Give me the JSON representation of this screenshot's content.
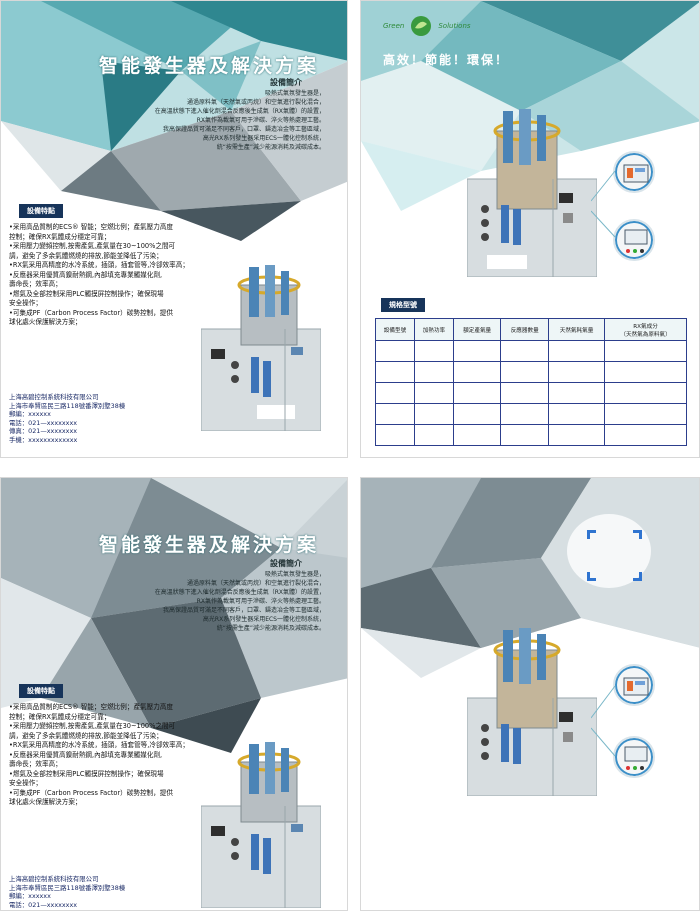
{
  "brochure": {
    "title": "智能發生器及解決方案",
    "intro_heading": "設備簡介",
    "intro_lines": [
      "吸熱式氣氛發生器是，",
      "通過原料氣（天然氣或丙烷）和空氣進行裂化混合，",
      "在高溫狀態下進入催化劑混合反應後生成氣（RX氣體）的設置，",
      "RX氣作為載氣可用于滲碳、淬火等熱處理工藝。",
      "我高保證品質可滿足不同客戶，口罩、鑄造冶金等工藝區域，",
      "高光RX系列發生器采用ECS一體化控制系統，",
      "統“按需生產”減少能源消耗及減碳成本。"
    ],
    "features_label": "設備特點",
    "features": [
      "•采用高品質制的ECS® 智能；空燃比例；產氣壓力高度",
      "  控制；確保RX氣體成分穩定可靠；",
      "•采用壓力變頻控制,按需產氣,產氣量在30~100%之間可",
      "  調，避免了多余氣體燃燒的排放,節能並降低了污染；",
      "•RX氣采用高精度的水冷系統，插頭，插套管等,冷卻效率高；",
      "•反應器采用優質高鎳耐熱鋼,內部填充專業觸媒化劑,",
      "  壽命長；效率高；",
      "•燃氣及全部控制采用PLC觸摸屏控制操作；確保現場",
      "  安全操作；",
      "•可集成PF（Carbon Process Factor）碳勢控制，提供",
      "  球化處火保護解決方案；"
    ],
    "company": {
      "name": "上海高碧控制系統科技有限公司",
      "address": "上海市奉賢區民三路118號番澤別墅38棟",
      "postcode": "郵編：xxxxxx",
      "phone": "電話：021—xxxxxxxx",
      "fax": "傳真：021—xxxxxxxx",
      "mobile": "手機：xxxxxxxxxxxxx"
    }
  },
  "product_page": {
    "logo_left": "Green",
    "logo_right": "Solutions",
    "slogan": "高效！節能！環保！",
    "spec_label": "規格型號",
    "spec_columns": [
      "設備型號",
      "加熱功率",
      "額定產氣量",
      "反應器數量",
      "天然氣耗氣量",
      "RX氣成分\n（天然氣為原料氣）"
    ],
    "spec_rows": [
      [
        "",
        "",
        "",
        "",
        "",
        ""
      ],
      [
        "",
        "",
        "",
        "",
        "",
        ""
      ],
      [
        "",
        "",
        "",
        "",
        "",
        ""
      ],
      [
        "",
        "",
        "",
        "",
        "",
        ""
      ],
      [
        "",
        "",
        "",
        "",
        "",
        ""
      ]
    ]
  },
  "colors": {
    "teal_dark": "#3f8f98",
    "teal_mid": "#74b9bf",
    "teal_light": "#bfe0e3",
    "grey_dark": "#5d6b72",
    "grey_light": "#c9d2d6",
    "navy_label": "#17345a",
    "table_border": "#2c3e8c",
    "cabinet": "#d7dde0"
  }
}
